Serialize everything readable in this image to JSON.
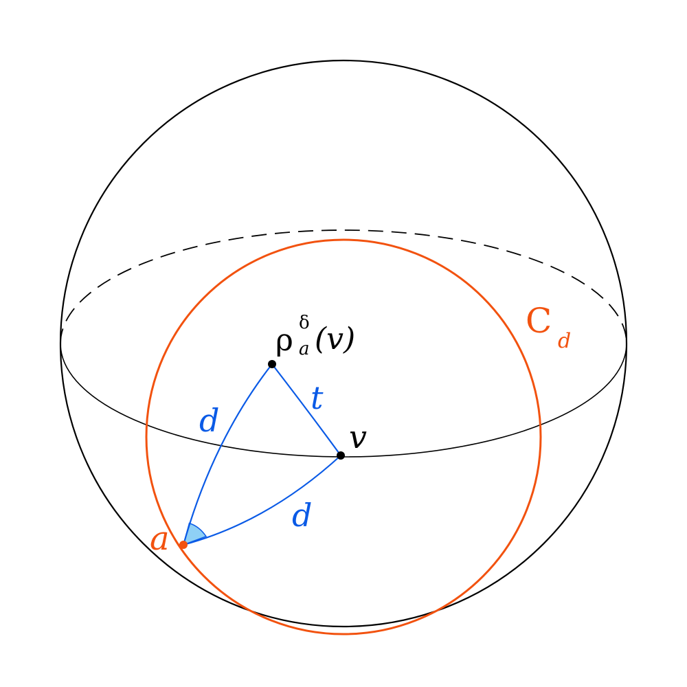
{
  "labels": {
    "rho_base": "ρ",
    "rho_sup": "δ",
    "rho_sub": "a",
    "rho_arg": "(v)",
    "v": "v",
    "a": "a",
    "d_left": "d",
    "d_bottom": "d",
    "t": "t",
    "circle_main": "C",
    "circle_sub": "d"
  },
  "colors": {
    "sphere": "#000000",
    "circle": "#f2520f",
    "geodesic": "#0a5ae6",
    "angle_fill": "#8fd0f5",
    "point": "#000000"
  }
}
